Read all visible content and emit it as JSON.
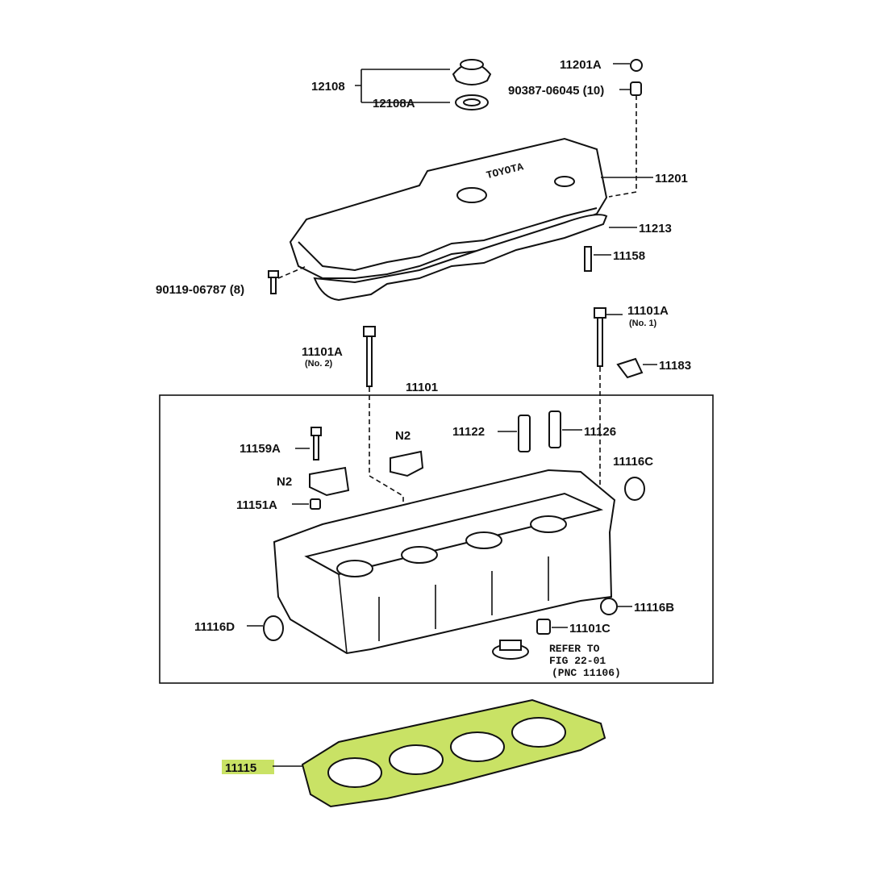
{
  "diagram": {
    "labels": {
      "oil_cap": "12108",
      "oil_cap_gasket": "12108A",
      "nut": "11201A",
      "grommet": "90387-06045 (10)",
      "cover": "11201",
      "cover_gasket": "11213",
      "stud": "11158",
      "bolt_cover": "90119-06787 (8)",
      "bolt_no1": "11101A",
      "bolt_no1_sub": "(No. 1)",
      "bolt_no2": "11101A",
      "bolt_no2_sub": "(No. 2)",
      "hanger": "11183",
      "head": "11101",
      "guide_a": "11122",
      "guide_b": "11126",
      "bolt_cap": "11159A",
      "n2_a": "N2",
      "n2_b": "N2",
      "pin": "11151A",
      "plug_c": "11116C",
      "plug_d": "11116D",
      "plug_b": "11116B",
      "insert": "11101C",
      "refer_1": "REFER TO",
      "refer_2": "FIG 22-01",
      "refer_3": "(PNC 11106)",
      "head_gasket": "11115"
    },
    "logo_text": "TOYOTA",
    "highlight_color": "#c9e265"
  }
}
